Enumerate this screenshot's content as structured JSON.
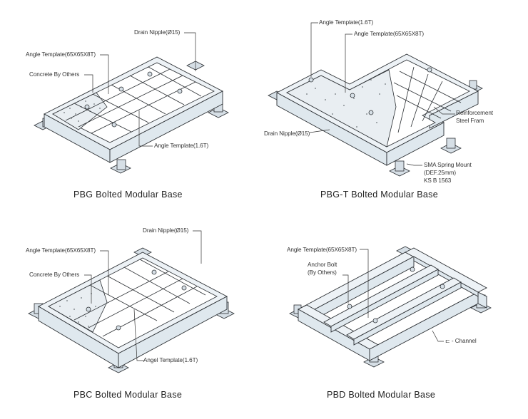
{
  "panels": [
    {
      "id": "pbg",
      "caption": "PBG Bolted Modular Base",
      "labels": {
        "drain_nipple": "Drain Nipple(Ø15)",
        "angle_template_65": "Angle Template(65X65X8T)",
        "concrete": "Concrete By Others",
        "angle_template_16": "Angle Template(1.6T)"
      }
    },
    {
      "id": "pbg-t",
      "caption": "PBG-T Bolted Modular Base",
      "labels": {
        "angle_template_16": "Angle Template(1.6T)",
        "angle_template_65": "Angle Template(65X65X8T)",
        "reinforcement_1": "Reinforcement",
        "reinforcement_2": "Steel Fram",
        "drain_nipple": "Drain Nipple(Ø15)",
        "sma_1": "SMA Spring Mount",
        "sma_2": "(DEF.25mm)",
        "sma_3": "KS B 1563"
      }
    },
    {
      "id": "pbc",
      "caption": "PBC Bolted Modular Base",
      "labels": {
        "drain_nipple": "Drain Nipple(Ø15)",
        "angle_template_65": "Angle Template(65X65X8T)",
        "concrete": "Concrete By Others",
        "angel_template_16": "Angel Template(1.6T)"
      }
    },
    {
      "id": "pbd",
      "caption": "PBD Bolted Modular Base",
      "labels": {
        "angle_template_65": "Angle Template(65X65X8T)",
        "anchor_bolt_1": "Anchor Bolt",
        "anchor_bolt_2": "(By Others)",
        "channel": "⊏ - Channel"
      }
    }
  ]
}
